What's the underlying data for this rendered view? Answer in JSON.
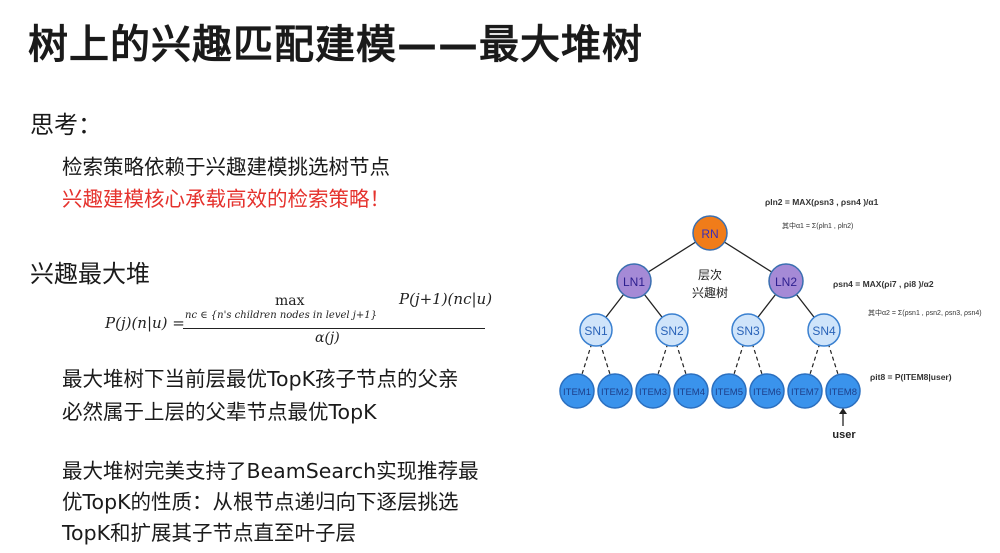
{
  "title": "树上的兴趣匹配建模——最大堆树",
  "thinking": {
    "heading": "思考：",
    "line1": "检索策略依赖于兴趣建模挑选树节点",
    "line2": "兴趣建模核心承载高效的检索策略！"
  },
  "maxheap": {
    "heading": "兴趣最大堆",
    "formula": {
      "lhs": "P(j)(n|u) =",
      "max": "max",
      "subscript": "nc ∈ {n's children nodes in level j+1}",
      "numerator": "P(j+1)(nc|u)",
      "denominator": "α(j)"
    },
    "desc1_line1": "最大堆树下当前层最优TopK孩子节点的父亲",
    "desc1_line2": "必然属于上层的父辈节点最优TopK",
    "desc2_line1": "最大堆树完美支持了BeamSearch实现推荐最",
    "desc2_line2": "优TopK的性质：从根节点递归向下逐层挑选",
    "desc2_line3": "TopK和扩展其子节点直至叶子层"
  },
  "tree": {
    "root": "RN",
    "level1": [
      "LN1",
      "LN2"
    ],
    "level2": [
      "SN1",
      "SN2",
      "SN3",
      "SN4"
    ],
    "leaves": [
      "ITEM1",
      "ITEM2",
      "ITEM3",
      "ITEM4",
      "ITEM5",
      "ITEM6",
      "ITEM7",
      "ITEM8"
    ],
    "layer_label_1": "层次",
    "layer_label_2": "兴趣树",
    "user_label": "user",
    "ann_ln2": "ρln2 = MAX(ρsn3 , ρsn4 )/α1",
    "ann_ln2_sub": "其中α1 = Σ(ρln1 , ρln2)",
    "ann_sn4": "ρsn4 = MAX(ρi7 , ρi8 )/α2",
    "ann_sn4_sub": "其中α2 = Σ(ρsn1 , ρsn2, ρsn3, ρsn4)",
    "ann_it8": "ρit8 = P(ITEM8|user)",
    "colors": {
      "root": "#f07c1a",
      "level1": "#a58ad6",
      "level2": "#cfe4fa",
      "leaves": "#3a93ec",
      "edge": "#222222"
    }
  }
}
